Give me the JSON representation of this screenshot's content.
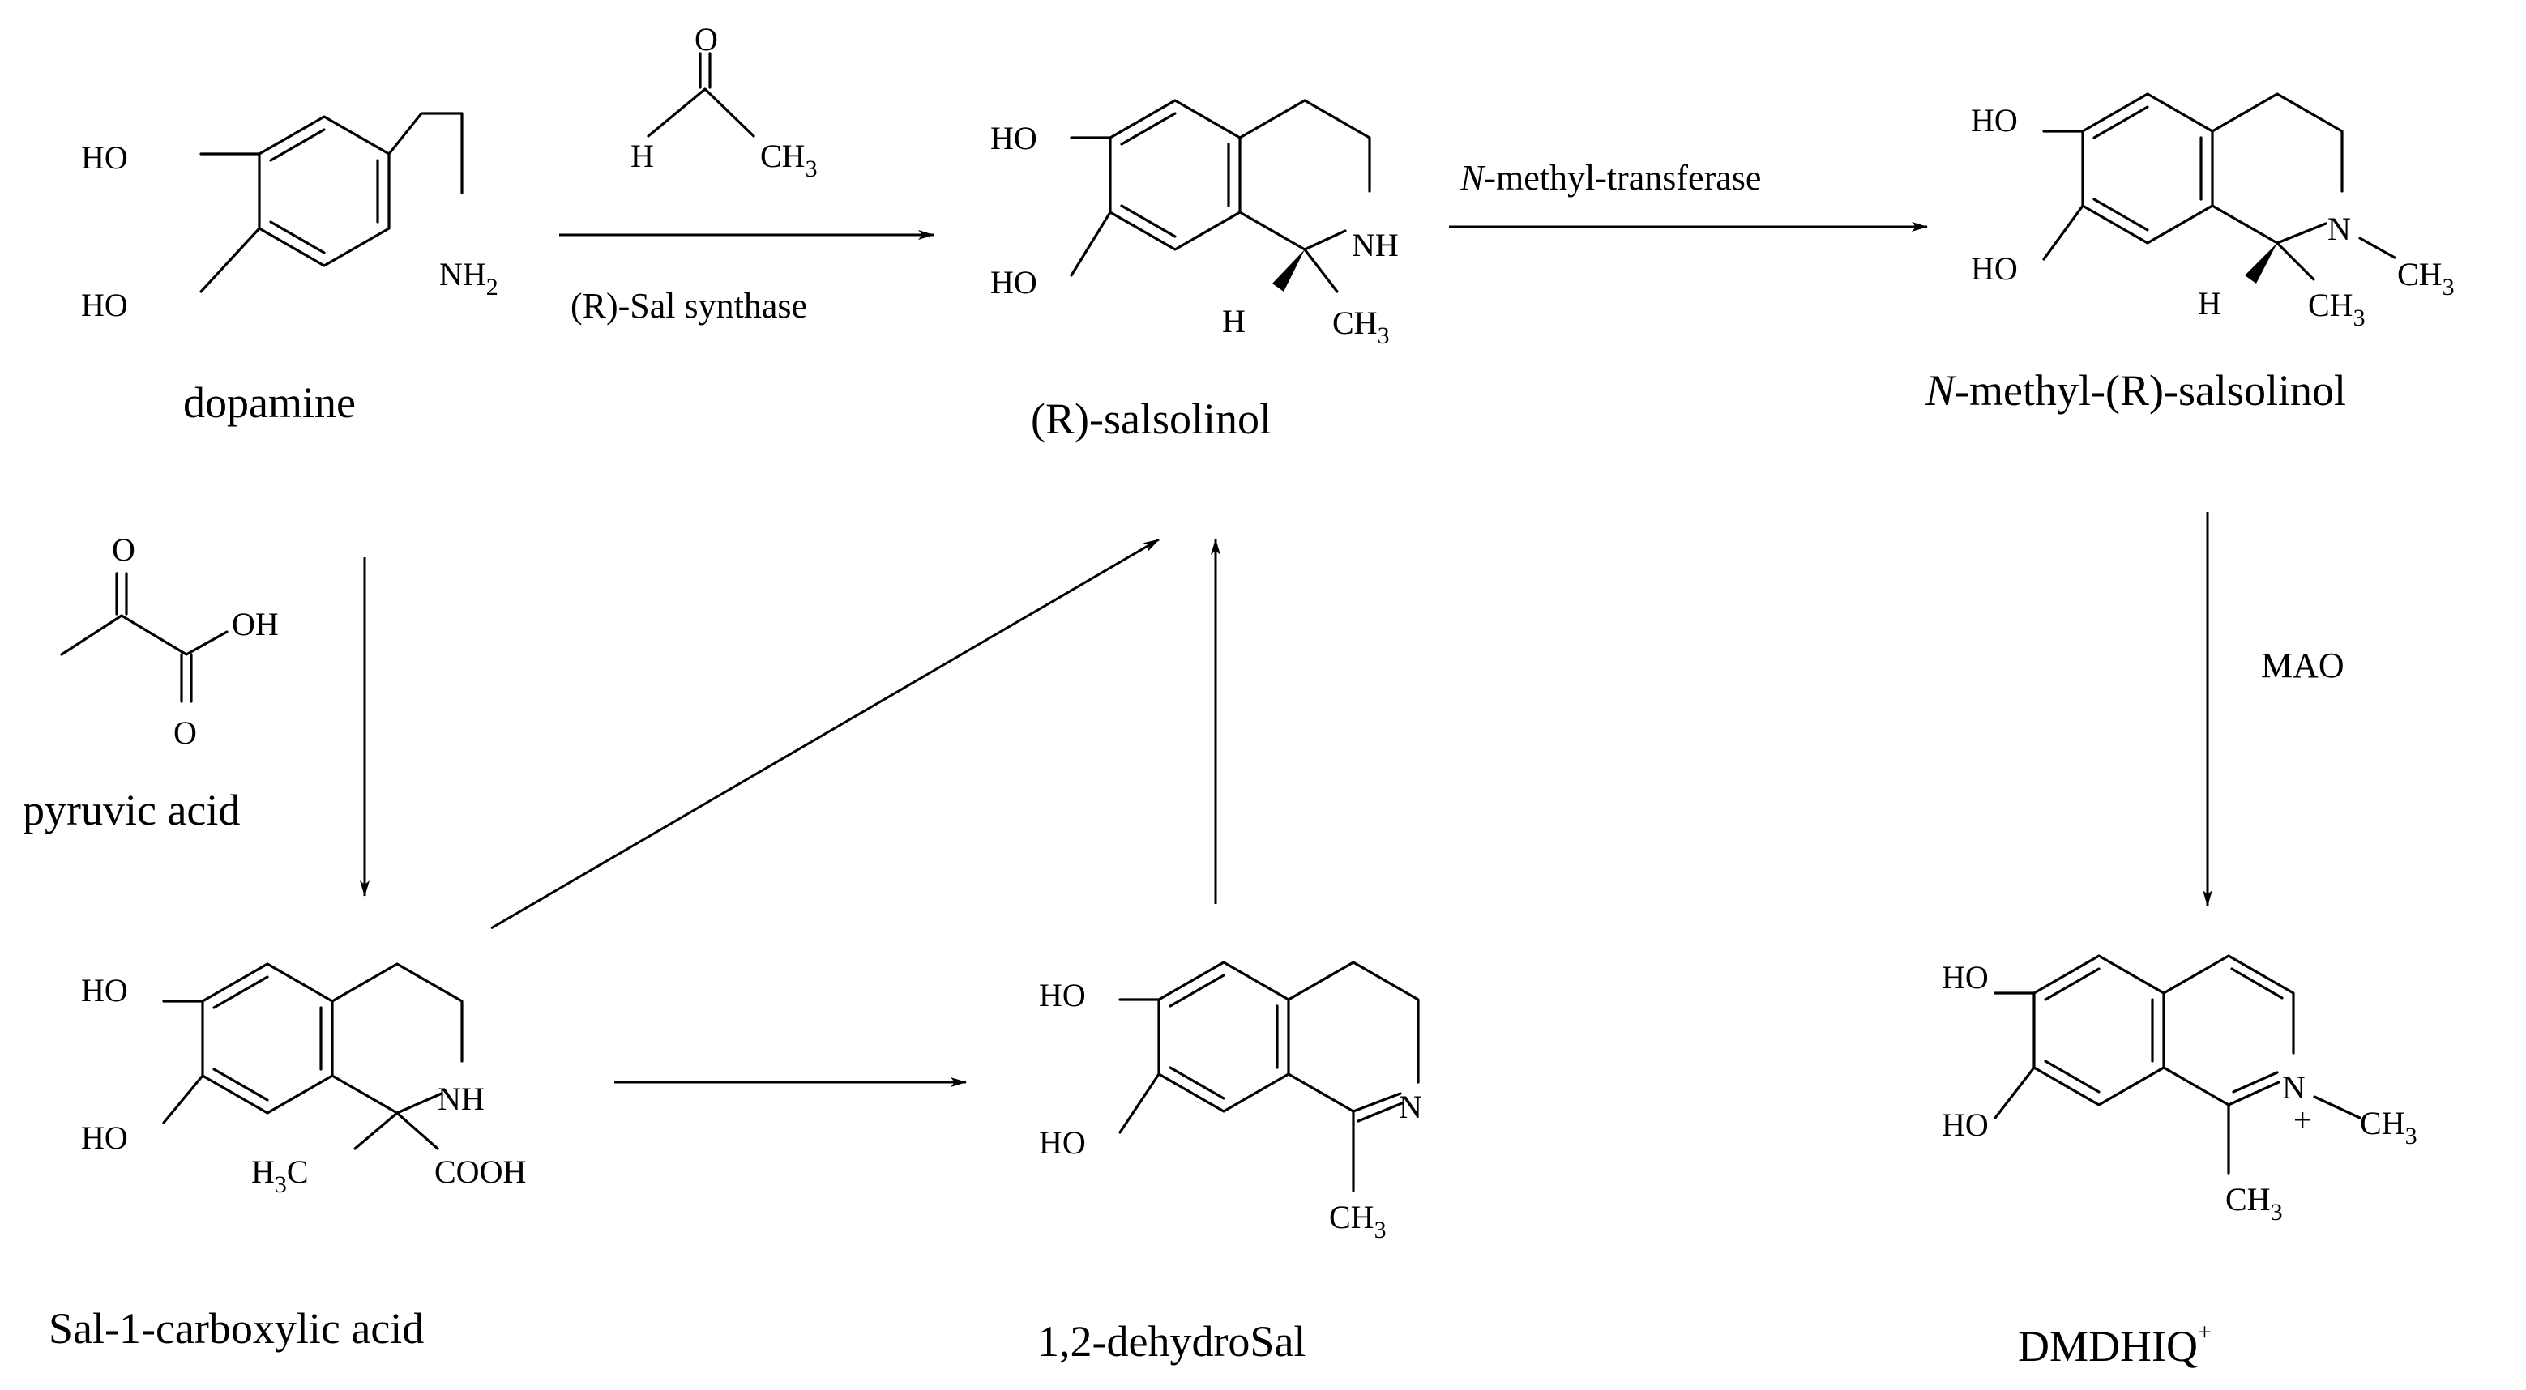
{
  "compounds": {
    "dopamine": {
      "name": "dopamine",
      "ho1": "HO",
      "ho2": "HO",
      "nh": "NH",
      "nh_sub": "2"
    },
    "aldehyde": {
      "o": "O",
      "h": "H",
      "ch": "CH",
      "ch_sub": "3"
    },
    "r_salsolinol": {
      "name": "(R)-salsolinol",
      "ho1": "HO",
      "ho2": "HO",
      "nh": "NH",
      "h": "H",
      "ch": "CH",
      "ch_sub": "3"
    },
    "n_methyl_r_salsolinol": {
      "name_italic": "N",
      "name_rest": "-methyl-(R)-salsolinol",
      "ho1": "HO",
      "ho2": "HO",
      "n": "N",
      "ch_a": "CH",
      "ch_a_sub": "3",
      "h": "H",
      "ch_b": "CH",
      "ch_b_sub": "3"
    },
    "pyruvic_acid": {
      "name": "pyruvic acid",
      "o1": "O",
      "oh": "OH",
      "o2": "O"
    },
    "sal_1_carboxylic_acid": {
      "name": "Sal-1-carboxylic acid",
      "ho1": "HO",
      "ho2": "HO",
      "nh": "NH",
      "h3c_h": "H",
      "h3c_sub": "3",
      "h3c_c": "C",
      "cooh": "COOH"
    },
    "dehydro_sal": {
      "name": "1,2-dehydroSal",
      "ho1": "HO",
      "ho2": "HO",
      "n": "N",
      "ch": "CH",
      "ch_sub": "3"
    },
    "dmdhiq": {
      "name": "DMDHIQ",
      "name_sup": "+",
      "ho1": "HO",
      "ho2": "HO",
      "n": "N",
      "plus": "+",
      "ch_a": "CH",
      "ch_a_sub": "3",
      "ch_b": "CH",
      "ch_b_sub": "3"
    }
  },
  "reactions": {
    "sal_synthase": {
      "label": "(R)-Sal synthase"
    },
    "n_methyl_transferase": {
      "label_italic": "N",
      "label_rest": "-methyl-transferase"
    },
    "mao": {
      "label": "MAO"
    }
  }
}
